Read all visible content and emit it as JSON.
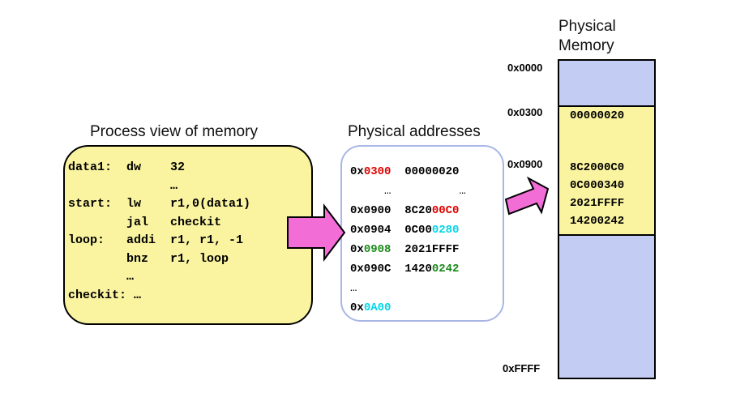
{
  "colors": {
    "process_box_fill": "#FAF4A0",
    "physical_box_fill": "#FFFFFF",
    "physical_box_border": "#A9B7E6",
    "mem_blue": "#C3CCF2",
    "mem_yellow": "#FAF4A0",
    "arrow_fill": "#F26DD6",
    "red": "#E00000",
    "cyan": "#00D6E8",
    "green": "#1A8A1A"
  },
  "process_view": {
    "title": "Process view of memory",
    "lines": [
      {
        "text": "data1:  dw    32"
      },
      {
        "text": "              …"
      },
      {
        "text": "start:  lw    r1,0(data1)"
      },
      {
        "text": "        jal   checkit"
      },
      {
        "text": "loop:   addi  r1, r1, -1"
      },
      {
        "text": "        bnz   r1, loop"
      },
      {
        "text": "        …"
      },
      {
        "text": "checkit: …"
      }
    ]
  },
  "physical_addresses": {
    "title": "Physical addresses",
    "rows": [
      {
        "addr_prefix": "0x",
        "addr_hi": "0300",
        "addr_hi_color": "red",
        "gap": "  ",
        "val_plain": "00000020",
        "val_hi": "",
        "val_hi_color": ""
      },
      {
        "dots": "     …          …"
      },
      {
        "addr_prefix": "0x0900",
        "addr_hi": "",
        "addr_hi_color": "",
        "gap": "  ",
        "val_plain": "8C20",
        "val_hi": "00C0",
        "val_hi_color": "red"
      },
      {
        "addr_prefix": "0x0904",
        "addr_hi": "",
        "addr_hi_color": "",
        "gap": "  ",
        "val_plain": "0C00",
        "val_hi": "0280",
        "val_hi_color": "cyan"
      },
      {
        "addr_prefix": "0x",
        "addr_hi": "0908",
        "addr_hi_color": "green",
        "gap": "  ",
        "val_plain": "2021FFFF",
        "val_hi": "",
        "val_hi_color": ""
      },
      {
        "addr_prefix": "0x090C",
        "addr_hi": "",
        "addr_hi_color": "",
        "gap": "  ",
        "val_plain": "1420",
        "val_hi": "0242",
        "val_hi_color": "green"
      },
      {
        "dots": "…"
      },
      {
        "addr_prefix": "0x",
        "addr_hi": "0A00",
        "addr_hi_color": "cyan",
        "gap": "",
        "val_plain": "",
        "val_hi": "",
        "val_hi_color": ""
      }
    ]
  },
  "physical_memory": {
    "title_line1": "Physical",
    "title_line2": "Memory",
    "addresses": {
      "a0000": "0x0000",
      "a0300": "0x0300",
      "a0900": "0x0900",
      "affff": "0xFFFF"
    },
    "contents": {
      "first": "00000020",
      "block": [
        "8C2000C0",
        "0C000340",
        "2021FFFF",
        "14200242"
      ]
    }
  }
}
